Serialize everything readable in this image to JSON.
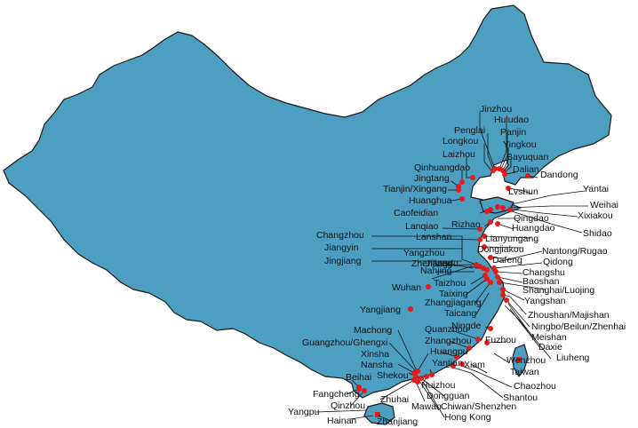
{
  "colors": {
    "land": "#4c9fc1",
    "port": "#e31b1b",
    "outline": "#1a1a1a"
  },
  "ports": [
    "Jinzhou",
    "Huludao",
    "Penglai",
    "Panjin",
    "Longkou",
    "Yingkou",
    "Laizhou",
    "Bayuquan",
    "Dalian",
    "Qinhuangdao",
    "Dandong",
    "Jingtang",
    "Lvshun",
    "Tianjin/Xingang",
    "Yantai",
    "Huanghua",
    "Weihai",
    "Caofeidian",
    "Xixiakou",
    "Shidao",
    "Qingdao",
    "Rizhao",
    "Huangdao",
    "Lanqiao",
    "Lianyungang",
    "Lanshan",
    "Dongjiakou",
    "Changzhou",
    "Jiangyin",
    "Jingjiang",
    "Dafeng",
    "Nantong/Rugao",
    "Yangzhou",
    "Qidong",
    "Jiangdu",
    "Changshu",
    "Zhenjiang",
    "Baoshan",
    "Nanjing",
    "Shanghai/Luojing",
    "Taizhou",
    "Wuhan",
    "Taixing",
    "Yangshan",
    "Zhangjiagang",
    "Zhoushan/Majishan",
    "Yangjiang",
    "Taicang",
    "Ningbo/Beilun/Zhenhai",
    "Meishan",
    "Ningde",
    "Daxie",
    "Machong",
    "Quanzhou",
    "Liuheng",
    "Fuzhou",
    "Zhangzhou",
    "Guangzhou/Ghengxi",
    "Wenzhou",
    "Huangpu",
    "Xinsha",
    "Taiwan",
    "Yantian",
    "Xiam",
    "Nansha",
    "Shekou",
    "Chaozhou",
    "Beihai",
    "Huizhou",
    "Shantou",
    "Dongguan",
    "Fangcheng",
    "Zhuhai",
    "Mawan",
    "Chiwan/Shenzhen",
    "Qinzhou",
    "Yangpu",
    "Hong Kong",
    "Hainan",
    "Zhanjiang"
  ]
}
